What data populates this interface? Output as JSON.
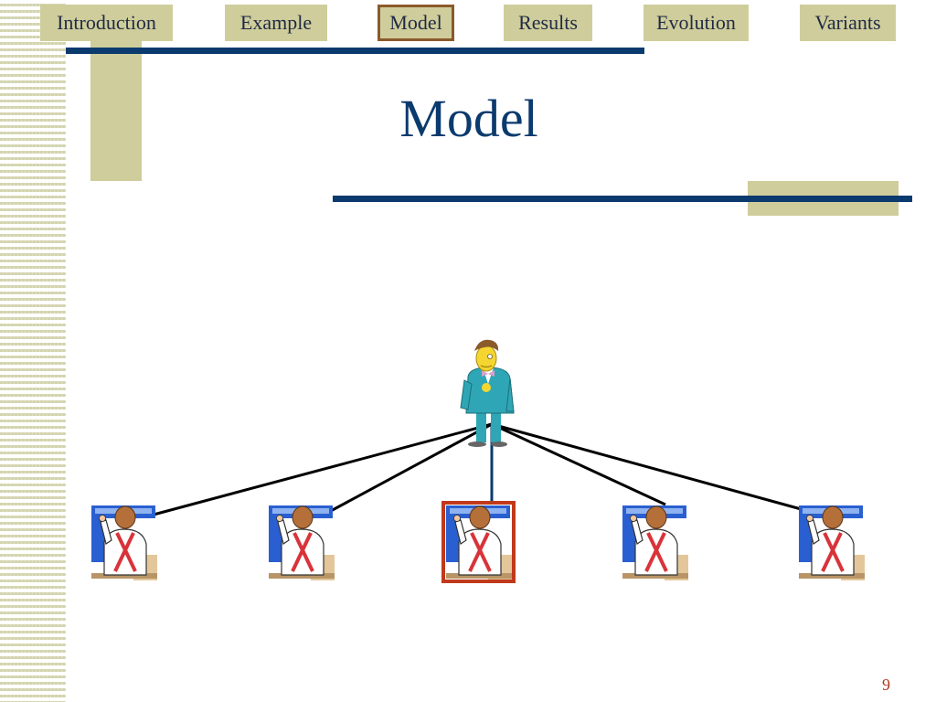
{
  "nav": {
    "tabs": [
      {
        "label": "Introduction"
      },
      {
        "label": "Example"
      },
      {
        "label": "Model"
      },
      {
        "label": "Results"
      },
      {
        "label": "Evolution"
      },
      {
        "label": "Variants"
      }
    ],
    "active": "Model"
  },
  "slide": {
    "title": "Model",
    "page_number": "9"
  },
  "diagram": {
    "manager_icon": "manager-icon",
    "worker_icon": "worker-at-computer-icon",
    "worker_count": 5,
    "highlighted_worker": 3
  },
  "colors": {
    "navy": "#0b3a6e",
    "tan": "#cfcd9b",
    "active_border": "#8a5a2b",
    "highlight_border": "#c0391b"
  }
}
